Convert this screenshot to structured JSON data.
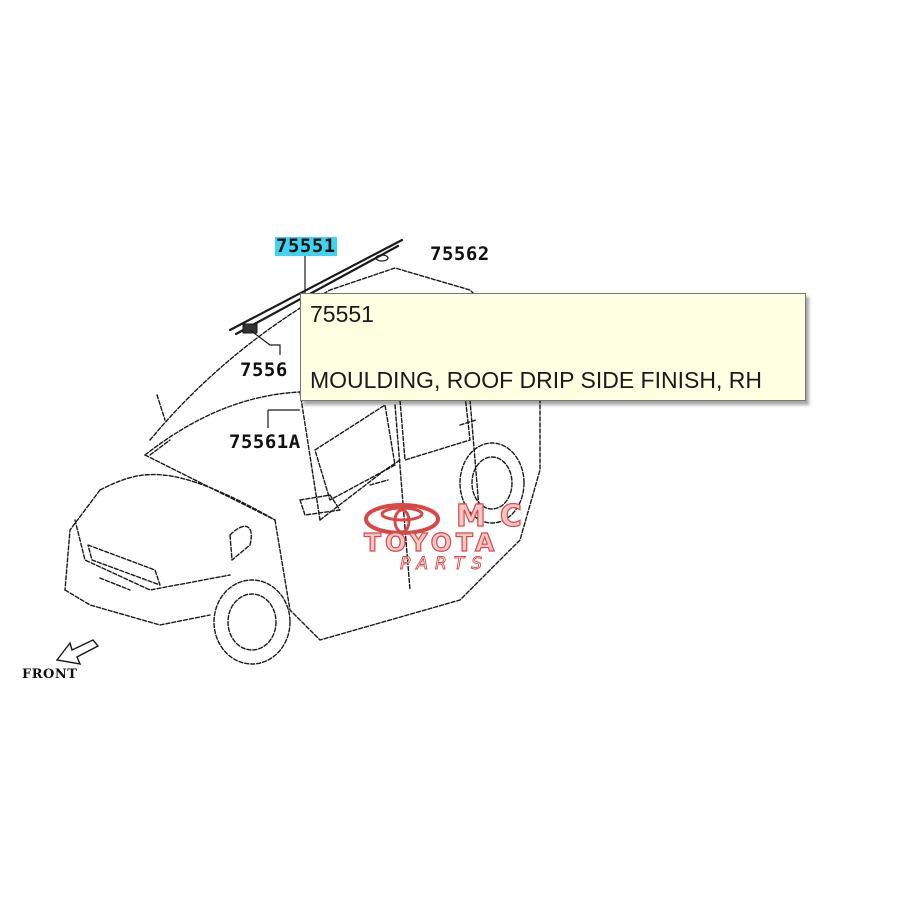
{
  "diagram": {
    "part_labels": [
      {
        "id": "75551",
        "text": "75551",
        "highlighted": true
      },
      {
        "id": "75562",
        "text": "75562",
        "highlighted": false
      },
      {
        "id": "7556",
        "text": "7556",
        "highlighted": false
      },
      {
        "id": "75561A",
        "text": "75561A",
        "highlighted": false
      }
    ],
    "front_label": "FRONT"
  },
  "tooltip": {
    "part_number": "75551",
    "description": "MOULDING, ROOF DRIP SIDE FINISH, RH"
  },
  "watermark": {
    "line1": "MC",
    "line2": "TOYOTA",
    "line3": "PARTS",
    "logo_icon": "toyota-logo-icon"
  },
  "colors": {
    "highlight": "#3fd3f0",
    "tooltip_background": "#ffffe1",
    "watermark_red": "#d94848",
    "line_art": "#1a1a1a"
  }
}
